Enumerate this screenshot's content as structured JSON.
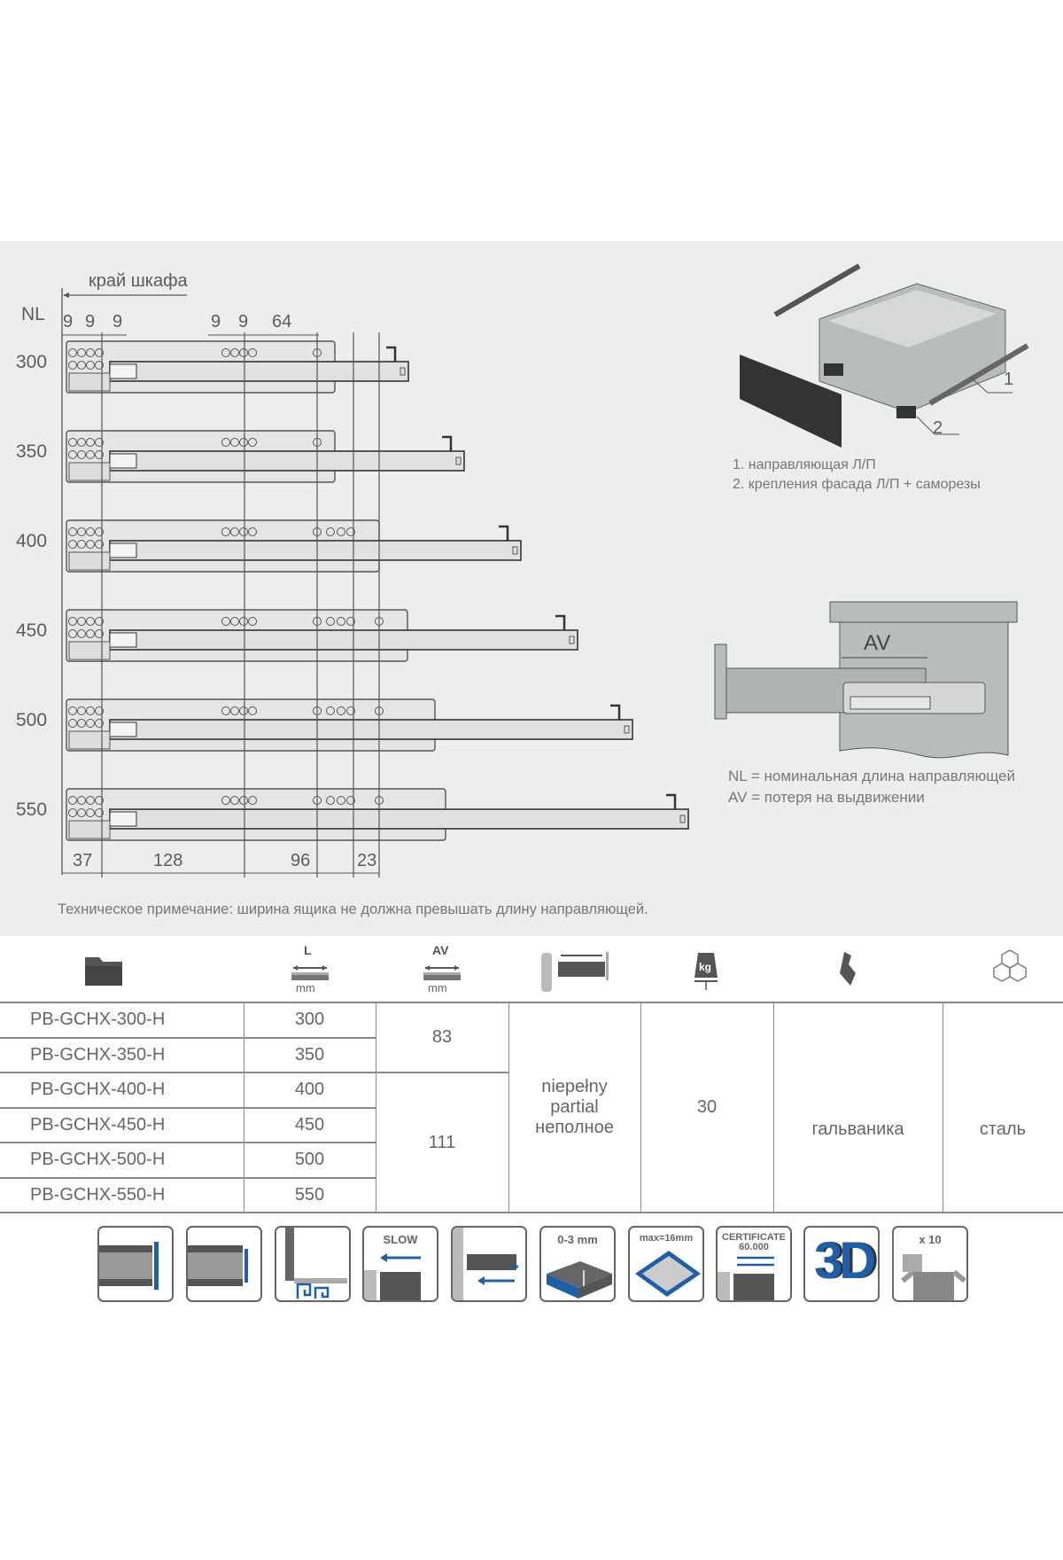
{
  "diagram": {
    "cabinet_edge_label": "край шкафа",
    "nl_header": "NL",
    "row_labels": [
      "300",
      "350",
      "400",
      "450",
      "500",
      "550"
    ],
    "top_dims_left": [
      "9",
      "9",
      "9"
    ],
    "top_dims_mid": [
      "9",
      "9",
      "64"
    ],
    "bottom_dims": [
      "37",
      "128",
      "96",
      "23"
    ],
    "technical_note": "Техническое примечание: ширина ящика не должна превышать длину направляющей."
  },
  "parts_legend": {
    "callouts": [
      "1",
      "2"
    ],
    "items": [
      "1.  направляющая Л/П",
      "2. крепления фасада Л/П + саморезы"
    ]
  },
  "av_diagram": {
    "av_label": "AV",
    "definitions": [
      "NL = номинальная длина направляющей",
      " AV = потеря на выдвижении"
    ]
  },
  "table": {
    "header_icons": [
      "folder-icon",
      "length-icon",
      "av-loss-icon",
      "partial-extension-icon",
      "load-weight-icon",
      "finish-brush-icon",
      "material-cubes-icon"
    ],
    "header_texts": {
      "length_letter": "L",
      "av_letter": "AV",
      "unit": "mm",
      "kg": "kg"
    },
    "rows": [
      {
        "code": "PB-GCHX-300-H",
        "nl": "300"
      },
      {
        "code": "PB-GCHX-350-H",
        "nl": "350"
      },
      {
        "code": "PB-GCHX-400-H",
        "nl": "400"
      },
      {
        "code": "PB-GCHX-450-H",
        "nl": "450"
      },
      {
        "code": "PB-GCHX-500-H",
        "nl": "500"
      },
      {
        "code": "PB-GCHX-550-H",
        "nl": "550"
      }
    ],
    "av_groups": [
      "83",
      "111"
    ],
    "extension": [
      "niepełny",
      "partial",
      "неполное"
    ],
    "load": "30",
    "finish": "гальваника",
    "material": "сталь"
  },
  "features": {
    "slow": "SLOW",
    "gap": "0-3 mm",
    "max": "max=16mm",
    "certificate": [
      "CERTIFICATE",
      "60.000"
    ],
    "three_d": "3D",
    "pack": "x 10"
  },
  "colors": {
    "accent_blue": "#1f5fa8",
    "panel_bg": "#eceeed",
    "text": "#666666"
  }
}
